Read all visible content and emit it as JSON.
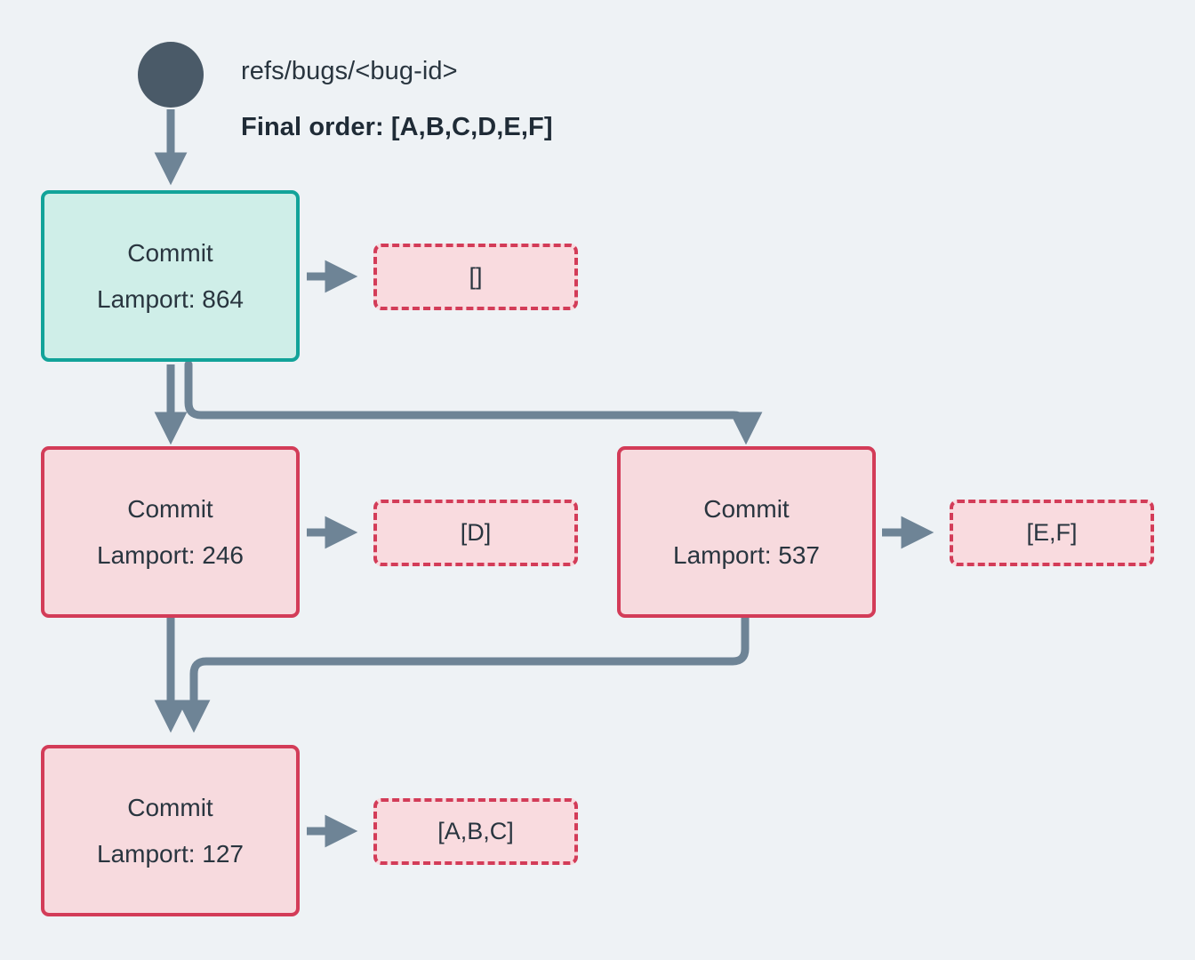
{
  "background": "#eef2f5",
  "colors": {
    "edge": "#6e8496",
    "root_dot": "#4a5a68",
    "teal_border": "#12a399",
    "teal_fill": "#cfeee8",
    "red_border": "#d33c58",
    "red_fill": "#f7dade",
    "payload_fill": "#f9dbdf",
    "text": "#29353f"
  },
  "header": {
    "ref_label": "refs/bugs/<bug-id>",
    "final_order": "Final order: [A,B,C,D,E,F]"
  },
  "nodes": [
    {
      "id": "commit-864",
      "title": "Commit",
      "lamport": "Lamport: 864",
      "style": "teal",
      "payload": "[]"
    },
    {
      "id": "commit-246",
      "title": "Commit",
      "lamport": "Lamport: 246",
      "style": "red",
      "payload": "[D]"
    },
    {
      "id": "commit-537",
      "title": "Commit",
      "lamport": "Lamport: 537",
      "style": "red",
      "payload": "[E,F]"
    },
    {
      "id": "commit-127",
      "title": "Commit",
      "lamport": "Lamport: 127",
      "style": "red",
      "payload": "[A,B,C]"
    }
  ]
}
